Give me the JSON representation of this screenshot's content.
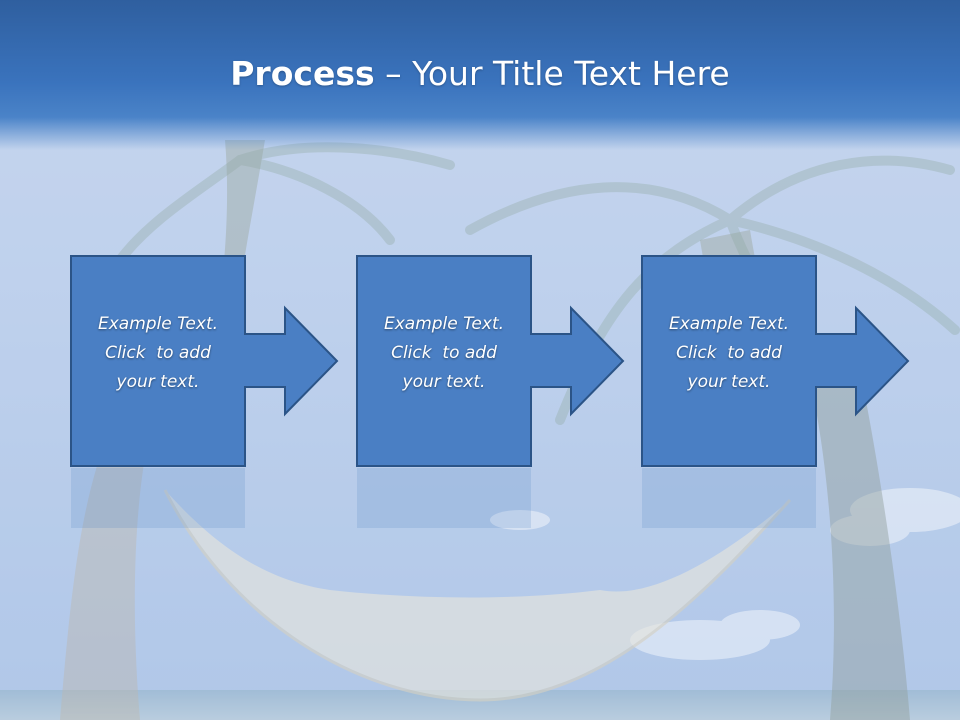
{
  "slide": {
    "title_bold": "Process",
    "title_dash": " – ",
    "title_rest": "Your Title Text Here"
  },
  "steps": [
    {
      "line1": "Example Text.",
      "line2": "Click  to add",
      "line3": "your text."
    },
    {
      "line1": "Example Text.",
      "line2": "Click  to add",
      "line3": "your text."
    },
    {
      "line1": "Example Text.",
      "line2": "Click  to add",
      "line3": "your text."
    }
  ],
  "colors": {
    "title_band": "#3a73bd",
    "box_fill": "#4a7fc4",
    "box_border": "#2b5487",
    "text": "#ffffff"
  },
  "icons": [
    "right-arrow-icon"
  ]
}
